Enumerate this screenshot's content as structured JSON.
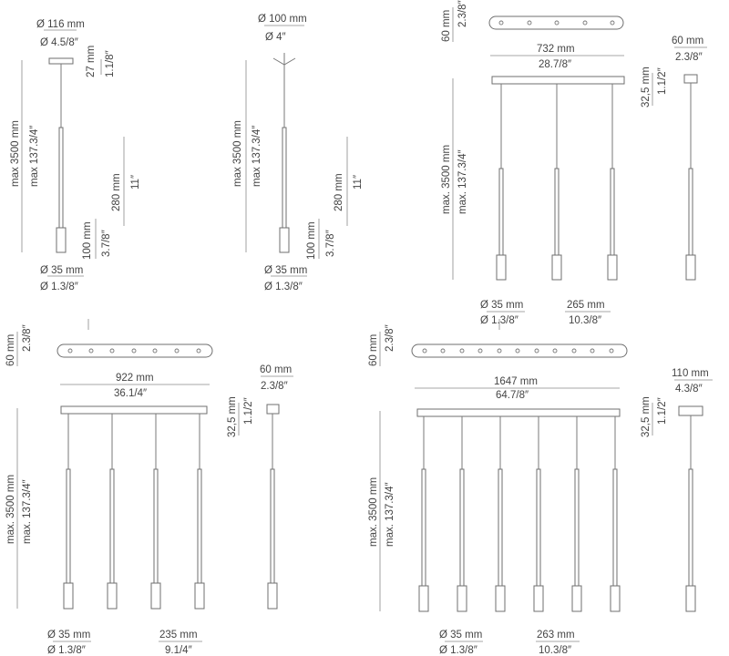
{
  "diagrams": [
    {
      "id": "pendant-single-a",
      "labels": {
        "canopy_mm": "Ø 116 mm",
        "canopy_in": "Ø 4.5/8″",
        "canopy_h_mm": "27 mm",
        "canopy_h_in": "1.1/8″",
        "max_mm": "max 3500 mm",
        "max_in": "max 137.3/4″",
        "stem_mm": "280 mm",
        "stem_in": "11″",
        "head_h_mm": "100 mm",
        "head_h_in": "3.7/8″",
        "head_d_mm": "Ø 35 mm",
        "head_d_in": "Ø 1.3/8″"
      }
    },
    {
      "id": "pendant-single-b",
      "labels": {
        "canopy_mm": "Ø 100 mm",
        "canopy_in": "Ø 4″",
        "max_mm": "max 3500 mm",
        "max_in": "max 137.3/4″",
        "stem_mm": "280 mm",
        "stem_in": "11″",
        "head_h_mm": "100 mm",
        "head_h_in": "3.7/8″",
        "head_d_mm": "Ø 35 mm",
        "head_d_in": "Ø 1.3/8″"
      }
    },
    {
      "id": "pendant-3-bar",
      "labels": {
        "bar_depth_mm": "60 mm",
        "bar_depth_in": "2.3/8″",
        "bar_len_mm": "732 mm",
        "bar_len_in": "28.7/8″",
        "side_w_mm": "60 mm",
        "side_w_in": "2.3/8″",
        "bar_h_mm": "32,5 mm",
        "bar_h_in": "1.1/2″",
        "max_mm": "max. 3500 mm",
        "max_in": "max. 137.3/4″",
        "head_d_mm": "Ø 35 mm",
        "head_d_in": "Ø 1.3/8″",
        "spacing_mm": "265 mm",
        "spacing_in": "10.3/8″"
      }
    },
    {
      "id": "pendant-4-bar",
      "labels": {
        "bar_depth_mm": "60 mm",
        "bar_depth_in": "2.3/8″",
        "bar_len_mm": "922 mm",
        "bar_len_in": "36.1/4″",
        "side_w_mm": "60 mm",
        "side_w_in": "2.3/8″",
        "bar_h_mm": "32,5 mm",
        "bar_h_in": "1.1/2″",
        "max_mm": "max. 3500 mm",
        "max_in": "max. 137.3/4″",
        "head_d_mm": "Ø 35 mm",
        "head_d_in": "Ø 1.3/8″",
        "spacing_mm": "235 mm",
        "spacing_in": "9.1/4″"
      }
    },
    {
      "id": "pendant-6-bar",
      "labels": {
        "bar_depth_mm": "60 mm",
        "bar_depth_in": "2.3/8″",
        "bar_len_mm": "1647 mm",
        "bar_len_in": "64.7/8″",
        "side_w_mm": "110 mm",
        "side_w_in": "4.3/8″",
        "bar_h_mm": "32,5 mm",
        "bar_h_in": "1.1/2″",
        "max_mm": "max. 3500 mm",
        "max_in": "max. 137.3/4″",
        "head_d_mm": "Ø 35 mm",
        "head_d_in": "Ø 1.3/8″",
        "spacing_mm": "263 mm",
        "spacing_in": "10.3/8″"
      }
    }
  ]
}
